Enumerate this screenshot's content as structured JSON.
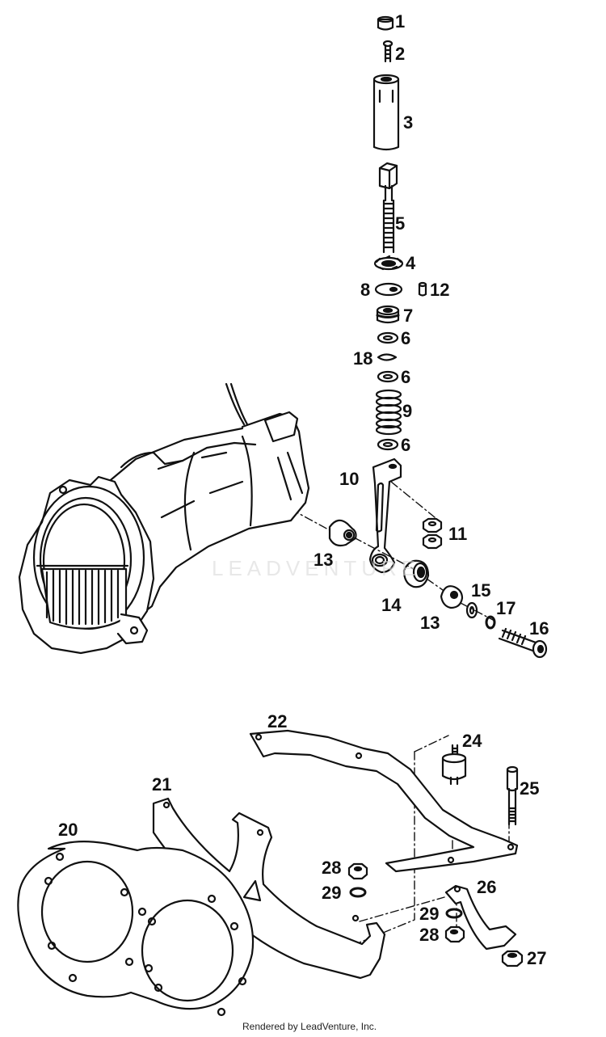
{
  "diagram": {
    "callouts": [
      {
        "id": "c1",
        "label": "1"
      },
      {
        "id": "c2",
        "label": "2"
      },
      {
        "id": "c3",
        "label": "3"
      },
      {
        "id": "c5",
        "label": "5"
      },
      {
        "id": "c4",
        "label": "4"
      },
      {
        "id": "c8",
        "label": "8"
      },
      {
        "id": "c12",
        "label": "12"
      },
      {
        "id": "c7",
        "label": "7"
      },
      {
        "id": "c6a",
        "label": "6"
      },
      {
        "id": "c18",
        "label": "18"
      },
      {
        "id": "c6b",
        "label": "6"
      },
      {
        "id": "c9",
        "label": "9"
      },
      {
        "id": "c6c",
        "label": "6"
      },
      {
        "id": "c10",
        "label": "10"
      },
      {
        "id": "c11",
        "label": "11"
      },
      {
        "id": "c13a",
        "label": "13"
      },
      {
        "id": "c14",
        "label": "14"
      },
      {
        "id": "c15",
        "label": "15"
      },
      {
        "id": "c13b",
        "label": "13"
      },
      {
        "id": "c17",
        "label": "17"
      },
      {
        "id": "c16",
        "label": "16"
      },
      {
        "id": "c22",
        "label": "22"
      },
      {
        "id": "c24",
        "label": "24"
      },
      {
        "id": "c21",
        "label": "21"
      },
      {
        "id": "c25",
        "label": "25"
      },
      {
        "id": "c20",
        "label": "20"
      },
      {
        "id": "c28a",
        "label": "28"
      },
      {
        "id": "c29a",
        "label": "29"
      },
      {
        "id": "c26",
        "label": "26"
      },
      {
        "id": "c29b",
        "label": "29"
      },
      {
        "id": "c28b",
        "label": "28"
      },
      {
        "id": "c27",
        "label": "27"
      }
    ],
    "watermark": "LEADVENTURE",
    "credit": "Rendered by LeadVenture, Inc."
  },
  "colors": {
    "ink": "#111111",
    "paper": "#ffffff",
    "watermark": "#d9d9d9"
  }
}
